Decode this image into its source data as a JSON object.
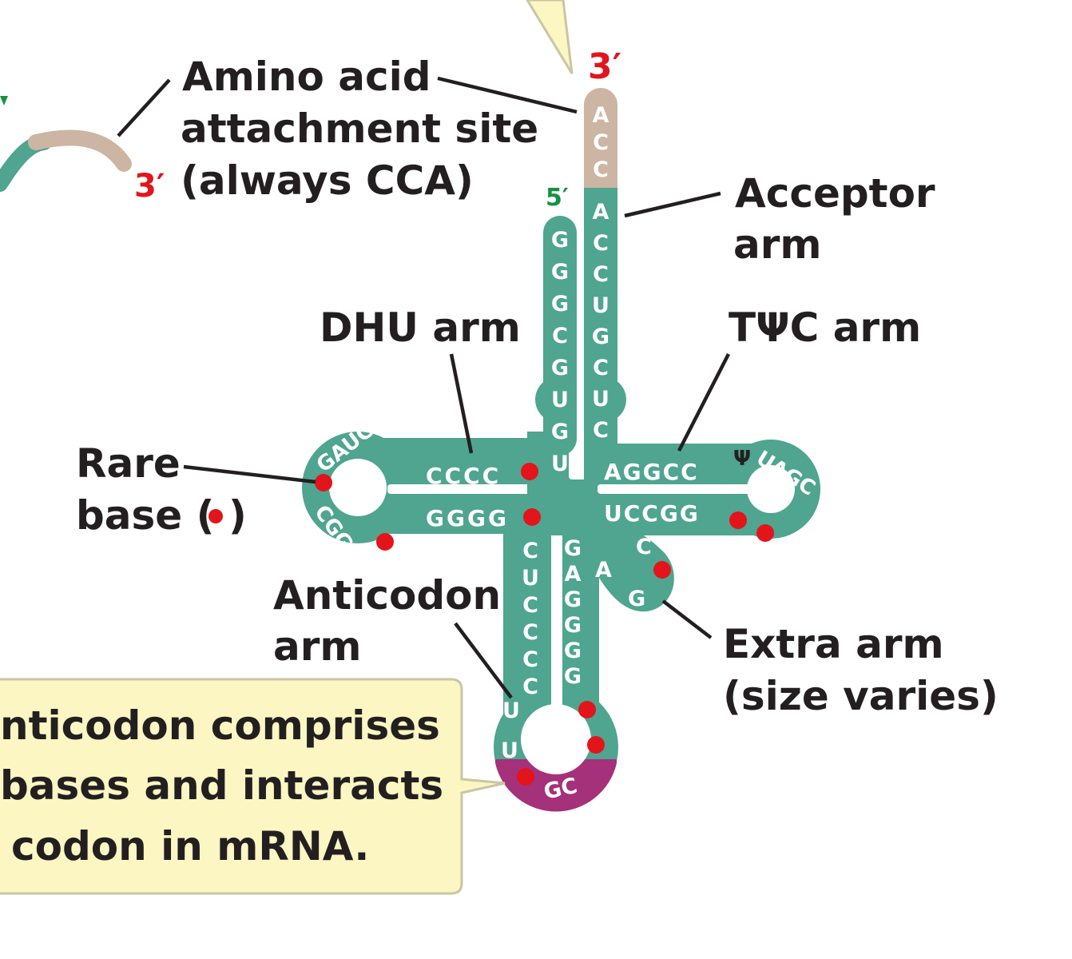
{
  "colors": {
    "stem": "#4fa58f",
    "cca": "#cdb5a3",
    "anticodon": "#a4317a",
    "rare_dot": "#e3141b",
    "three_prime": "#e3141b",
    "five_prime": "#14923f",
    "callout_fill": "#fbf6c2",
    "callout_border": "#c9c6a4",
    "text": "#231f20"
  },
  "labels": {
    "amino_acid_1": "Amino acid",
    "amino_acid_2": "attachment site",
    "amino_acid_3": "(always CCA)",
    "acceptor_1": "Acceptor",
    "acceptor_2": "arm",
    "dhu": "DHU arm",
    "tpsic": "TΨC arm",
    "rare_1": "Rare",
    "rare_2_prefix": "base (",
    "rare_2_suffix": ")",
    "anticodon_1": "Anticodon",
    "anticodon_2": "arm",
    "extra_1": "Extra arm",
    "extra_2": "(size varies)",
    "three_prime_top": "3′",
    "three_prime_left": "3′",
    "five_prime": "5′"
  },
  "callout": {
    "line1": "nticodon comprises",
    "line2": "bases and interacts",
    "line3": "codon in mRNA."
  },
  "sequences": {
    "cca_tail": [
      "A",
      "C",
      "C"
    ],
    "acceptor_3prime": [
      "A",
      "C",
      "C",
      "U",
      "G",
      "C",
      "U",
      "C"
    ],
    "acceptor_5prime": [
      "G",
      "G",
      "G",
      "C",
      "G",
      "U",
      "G",
      "U"
    ],
    "dhu_upper": "CCCC",
    "dhu_lower": "GGGG",
    "dhu_loop_top": "GAUG",
    "dhu_loop_bottom": "CGG",
    "tpsic_upper": "AGGCC",
    "tpsic_lower": "UCCGG",
    "tpsic_loop": "UAGC",
    "psi": "Ψ",
    "anticodon_left": [
      "C",
      "U",
      "C",
      "C",
      "C",
      "C"
    ],
    "anticodon_right": [
      "G",
      "A",
      "G",
      "G",
      "G",
      "G"
    ],
    "anticodon_loop_left": [
      "U",
      "U"
    ],
    "anticodon_triplet": "GC",
    "variable_loop": [
      "C",
      "A",
      "G"
    ]
  }
}
